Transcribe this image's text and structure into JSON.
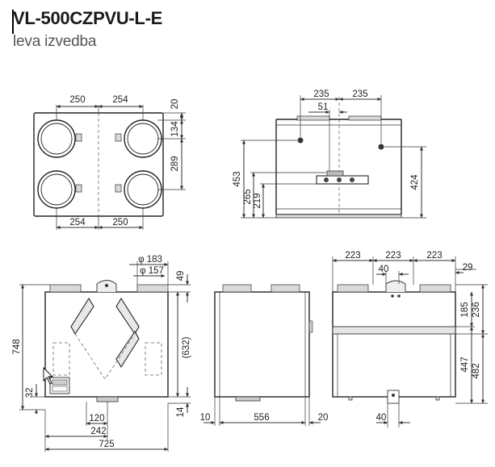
{
  "header": {
    "title": "VL-500CZPVU-L-E",
    "subtitle": "leva izvedba"
  },
  "top_view": {
    "dims_top": [
      "250",
      "254"
    ],
    "dims_bottom": [
      "254",
      "250"
    ],
    "dims_right": [
      "20",
      "134",
      "289"
    ]
  },
  "side_view": {
    "dims_top": [
      "235",
      "235",
      "51"
    ],
    "dims_left": [
      "453",
      "265",
      "219"
    ],
    "dims_right": [
      "424"
    ]
  },
  "front_view": {
    "dims_top": [
      "φ 183",
      "φ 157",
      "49"
    ],
    "dims_left": [
      "748",
      "32"
    ],
    "dims_right": [
      "(632)",
      "14"
    ],
    "dims_bottom": [
      "120",
      "242",
      "725"
    ]
  },
  "middle_view": {
    "dims_bottom": [
      "10",
      "556",
      "20"
    ]
  },
  "right_view": {
    "dims_top": [
      "223",
      "223",
      "223",
      "29",
      "40"
    ],
    "dims_right": [
      "185",
      "236",
      "447",
      "482"
    ],
    "dims_bottom": [
      "40"
    ]
  },
  "icons": {
    "cursor": "mouse-pointer-icon"
  }
}
